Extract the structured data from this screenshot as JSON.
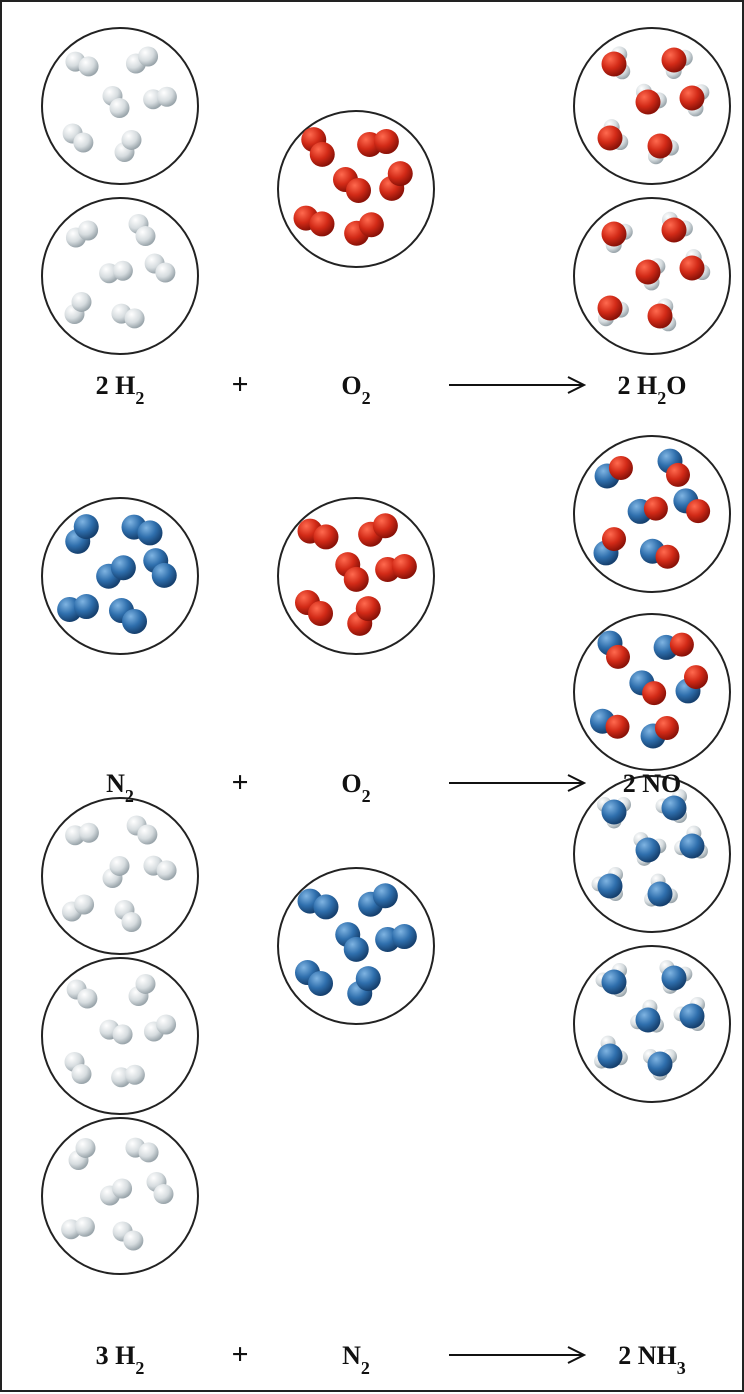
{
  "colors": {
    "hydrogen": "#d9dfe2",
    "oxygen": "#cc2a1a",
    "nitrogen": "#2f6fad",
    "outline": "#222222"
  },
  "reactions": [
    {
      "id": "water",
      "reactants": [
        {
          "coef": "2 ",
          "sym": "H",
          "sub": "2",
          "sub_after": ""
        },
        {
          "coef": "",
          "sym": "O",
          "sub": "2",
          "sub_after": ""
        }
      ],
      "plus": [
        "+"
      ],
      "product": {
        "coef": "2 ",
        "sym": "H",
        "sub": "2",
        "sub_after": "O"
      }
    },
    {
      "id": "nitric-oxide",
      "reactants": [
        {
          "coef": "",
          "sym": "N",
          "sub": "2",
          "sub_after": ""
        },
        {
          "coef": "",
          "sym": "O",
          "sub": "2",
          "sub_after": ""
        }
      ],
      "plus": [
        "+"
      ],
      "product": {
        "coef": "2 ",
        "sym": "NO",
        "sub": "",
        "sub_after": ""
      }
    },
    {
      "id": "ammonia",
      "reactants": [
        {
          "coef": "3 ",
          "sym": "H",
          "sub": "2",
          "sub_after": ""
        },
        {
          "coef": "",
          "sym": "N",
          "sub": "2",
          "sub_after": ""
        }
      ],
      "plus": [
        "+"
      ],
      "product": {
        "coef": "2 ",
        "sym": "NH",
        "sub": "3",
        "sub_after": ""
      }
    }
  ],
  "containers": [
    {
      "kind": "H2",
      "count": 6
    },
    {
      "kind": "H2",
      "count": 6
    },
    {
      "kind": "O2",
      "count": 6
    },
    {
      "kind": "H2O",
      "count": 6
    },
    {
      "kind": "H2O",
      "count": 6
    },
    {
      "kind": "N2",
      "count": 6
    },
    {
      "kind": "O2",
      "count": 6
    },
    {
      "kind": "NO",
      "count": 6
    },
    {
      "kind": "NO",
      "count": 6
    },
    {
      "kind": "H2",
      "count": 6
    },
    {
      "kind": "H2",
      "count": 6
    },
    {
      "kind": "H2",
      "count": 6
    },
    {
      "kind": "N2",
      "count": 6
    },
    {
      "kind": "NH3",
      "count": 6
    },
    {
      "kind": "NH3",
      "count": 6
    }
  ]
}
